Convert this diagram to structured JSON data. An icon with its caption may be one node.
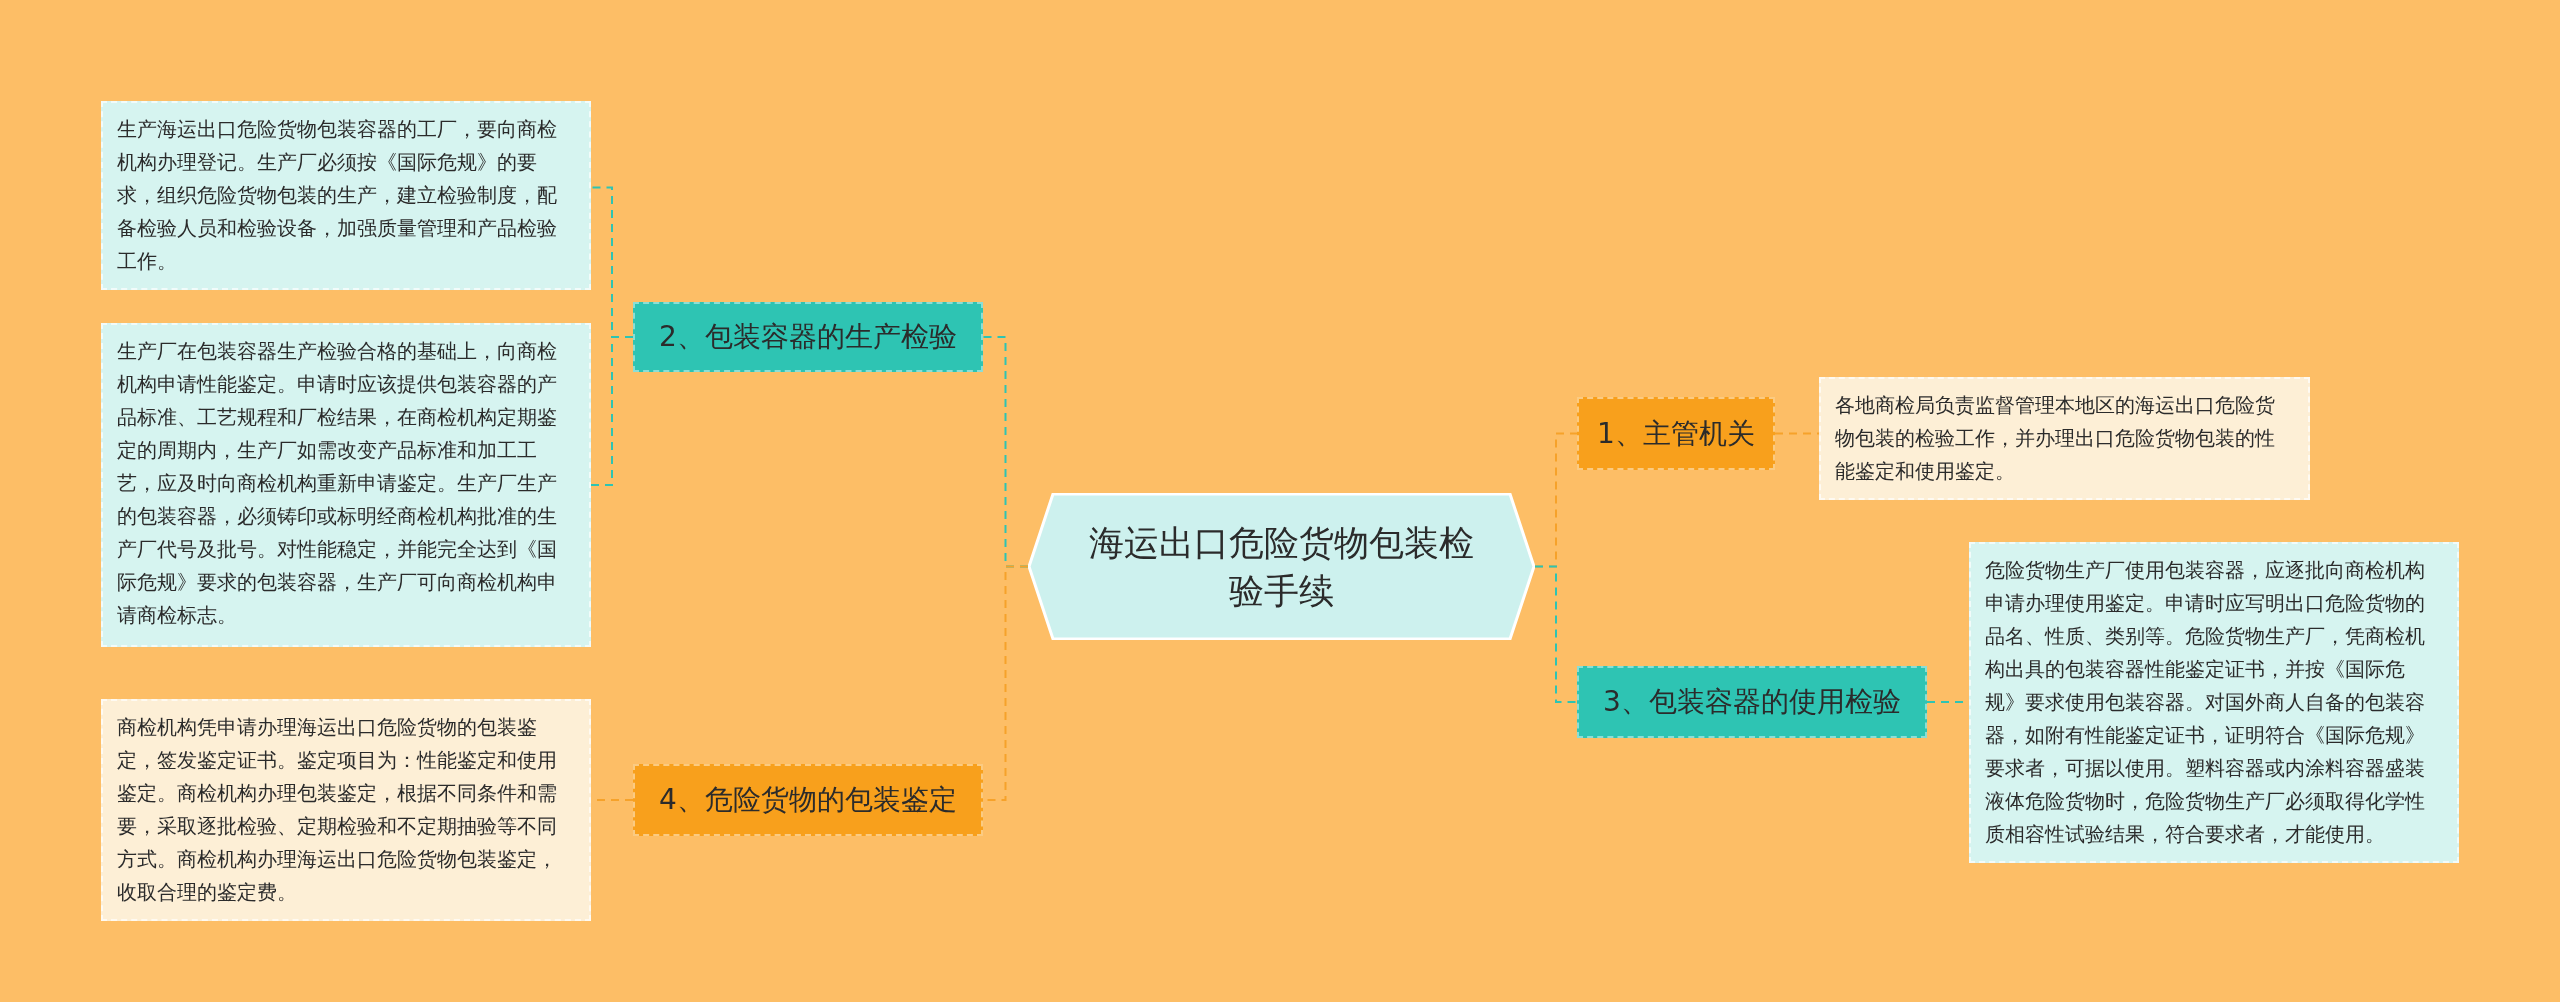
{
  "diagram": {
    "nodes": [
      {
        "text": [
          "海运出口危险货物包装检验手续"
        ]
      },
      {
        "text": [
          "2、包装容器的生产检验"
        ]
      },
      {
        "text": [
          "生产海运出口危险货物包装容器的工厂，要向商检机构办理登记。生产厂必须按《国际危规》的要求，组织危险货物包装的生产，建立检验制度，配备检验人员和检验设备，加强质量管理和产品检验工作。"
        ]
      },
      {
        "text": [
          "生产厂在包装容器生产检验合格的基础上，向商检机构申请性能鉴定。申请时应该提供包装容器的产品标准、工艺规程和厂检结果，在商检机构定期鉴定的周期内，生产厂如需改变产品标准和加工工艺，应及时向商检机构重新申请鉴定。生产厂生产的包装容器，必须铸印或标明经商检机构批准的生产厂代号及批号。对性能稳定，并能完全达到《国际危规》要求的包装容器，生产厂可向商检机构申请商检标志。"
        ]
      },
      {
        "text": [
          "4、危险货物的包装鉴定"
        ]
      },
      {
        "text": [
          "商检机构凭申请办理海运出口危险货物的包装鉴定，签发鉴定证书。鉴定项目为：性能鉴定和使用鉴定。商检机构办理包装鉴定，根据不同条件和需要，采取逐批检验、定期检验和不定期抽验等不同方式。商检机构办理海运出口危险货物包装鉴定，收取合理的鉴定费。"
        ]
      },
      {
        "text": [
          "1、主管机关"
        ]
      },
      {
        "text": [
          "各地商检局负责监督管理本地区的海运出口危险货物包装的检验工作，并办理出口危险货物包装的性能鉴定和使用鉴定。"
        ]
      },
      {
        "text": [
          "3、包装容器的使用检验"
        ]
      },
      {
        "text": [
          "危险货物生产厂使用包装容器，应逐批向商检机构申请办理使用鉴定。申请时应写明出口危险货物的品名、性质、类别等。危险货物生产厂，凭商检机构出具的包装容器性能鉴定证书，并按《国际危规》要求使用包装容器。对国外商人自备的包装容器，如附有性能鉴定证书，证明符合《国际危规》要求者，可据以使用。塑料容器或内涂料容器盛装液体危险货物时，危险货物生产厂必须取得化学性质相容性试验结果，符合要求者，才能使用。"
        ]
      }
    ],
    "edges": [
      {
        "from": 0,
        "to": 1,
        "arrow": "none",
        "style": "dashed"
      },
      {
        "from": 1,
        "to": 2,
        "arrow": "none",
        "style": "dashed"
      },
      {
        "from": 1,
        "to": 3,
        "arrow": "none",
        "style": "dashed"
      },
      {
        "from": 0,
        "to": 4,
        "arrow": "none",
        "style": "dashed",
        "color": "#f6a22a"
      },
      {
        "from": 4,
        "to": 5,
        "arrow": "none",
        "style": "dashed",
        "color": "#f6a22a"
      },
      {
        "from": 0,
        "to": 6,
        "arrow": "none",
        "style": "dashed",
        "color": "#f6a22a"
      },
      {
        "from": 6,
        "to": 7,
        "arrow": "none",
        "style": "dashed",
        "color": "#f6a22a"
      },
      {
        "from": 0,
        "to": 8,
        "arrow": "none",
        "style": "dashed"
      },
      {
        "from": 8,
        "to": 9,
        "arrow": "none",
        "style": "dashed"
      }
    ]
  }
}
